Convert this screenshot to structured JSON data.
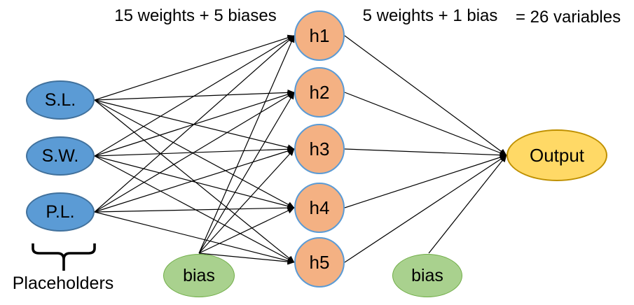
{
  "diagram": {
    "annotations": {
      "hidden_layer_count": "15 weights + 5 biases",
      "output_layer_count": "5 weights + 1 bias",
      "total_count": "= 26 variables",
      "inputs_group_label": "Placeholders"
    },
    "nodes": {
      "inputs": [
        {
          "label": "S.L."
        },
        {
          "label": "S.W."
        },
        {
          "label": "P.L."
        }
      ],
      "hidden": [
        {
          "label": "h1"
        },
        {
          "label": "h2"
        },
        {
          "label": "h3"
        },
        {
          "label": "h4"
        },
        {
          "label": "h5"
        }
      ],
      "output": {
        "label": "Output"
      },
      "hidden_bias": {
        "label": "bias"
      },
      "output_bias": {
        "label": "bias"
      }
    },
    "colors": {
      "input_fill": "#5B9BD5",
      "input_border": "#41719C",
      "hidden_fill": "#F4B183",
      "hidden_border": "#5B9BD5",
      "bias_fill": "#A9D18E",
      "bias_border": "#70AD47",
      "output_fill": "#FFD966",
      "output_border": "#BF9000",
      "edge": "#000000",
      "text": "#000000"
    }
  }
}
